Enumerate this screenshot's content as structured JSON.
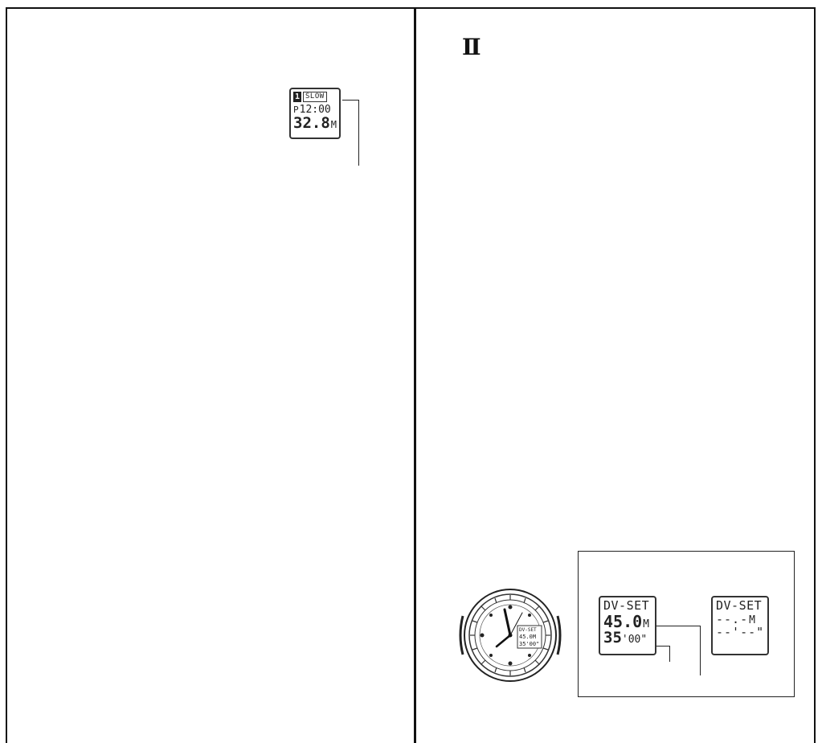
{
  "page": {
    "section_numeral": "Ⅱ"
  },
  "left_display": {
    "indicator": "1",
    "mode": "SLOW",
    "ampm": "P",
    "time": "12:00",
    "depth": "32.8",
    "depth_unit": "M"
  },
  "watch": {
    "lcd_title": "DV-SET",
    "lcd_depth": "45.0M",
    "lcd_time": "35'00\""
  },
  "display_set": {
    "title": "DV-SET",
    "depth": "45.0",
    "depth_unit": "M",
    "minutes": "35",
    "seconds": "'00\""
  },
  "display_blank": {
    "title": "DV-SET",
    "depth": "--.-",
    "depth_unit": "M",
    "time": "--'--\""
  }
}
